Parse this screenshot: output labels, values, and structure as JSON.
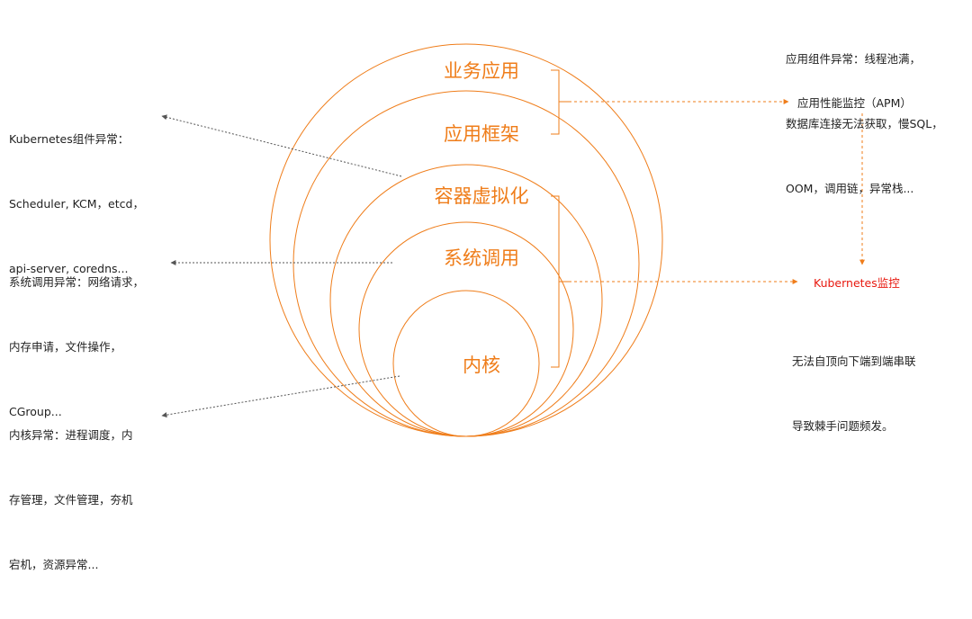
{
  "layers": [
    "业务应用",
    "应用框架",
    "容器虚拟化",
    "系统调用",
    "内核"
  ],
  "notes": {
    "k8s_components": [
      "Kubernetes组件异常：",
      "Scheduler, KCM，etcd，",
      "api-server, coredns..."
    ],
    "syscall": [
      "系统调用异常：网络请求，",
      "内存申请，文件操作，",
      "CGroup..."
    ],
    "kernel": [
      "内核异常：进程调度，内",
      "存管理，文件管理，夯机",
      "宕机，资源异常..."
    ],
    "app_components": [
      "应用组件异常：线程池满，",
      "数据库连接无法获取，慢SQL，",
      "OOM，调用链，异常栈..."
    ],
    "conclusion": [
      "无法自顶向下端到端串联",
      "导致棘手问题频发。"
    ]
  },
  "monitors": {
    "apm": "应用性能监控（APM）",
    "kubernetes": "Kubernetes监控"
  },
  "colors": {
    "circle": "#ef7d1a",
    "layer_text": "#ef7d1a",
    "k8s_text": "#e8190f",
    "dashed": "#ef7d1a",
    "dotted": "#555555"
  }
}
